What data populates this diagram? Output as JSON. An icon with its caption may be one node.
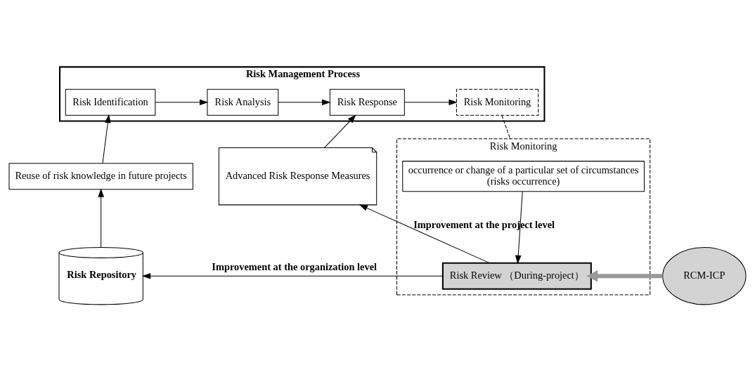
{
  "diagram": {
    "nodes": [
      {
        "text": [
          "Risk Management Process"
        ]
      },
      {
        "text": [
          "Risk Identification"
        ],
        "in": 0
      },
      {
        "text": [
          "Risk Analysis"
        ],
        "in": 0
      },
      {
        "text": [
          "Risk Response"
        ],
        "in": 0
      },
      {
        "text": [
          "Risk Monitoring"
        ],
        "in": 0
      },
      {
        "text": [
          "Risk Monitoring"
        ]
      },
      {
        "text": [
          "occurrence or change of a particular set of circumstances",
          "(risks occurrence)"
        ],
        "in": 5
      },
      {
        "text": [
          "Risk Review （During-project）"
        ],
        "in": 5
      },
      {
        "text": [
          "RCM-ICP"
        ]
      },
      {
        "text": [
          "Reuse of risk knowledge in future projects"
        ]
      },
      {
        "text": [
          "Advanced Risk Response Measures"
        ]
      },
      {
        "text": [
          "Risk Repository"
        ]
      }
    ],
    "edges": [
      {
        "from": 1,
        "to": 2,
        "arrow": "to"
      },
      {
        "from": 2,
        "to": 3,
        "arrow": "to"
      },
      {
        "from": 3,
        "to": 4,
        "arrow": "to"
      },
      {
        "from": 4,
        "to": 5,
        "arrow": "none",
        "style": "dashed"
      },
      {
        "from": 6,
        "to": 7,
        "arrow": "to"
      },
      {
        "from": 8,
        "to": 7,
        "arrow": "to",
        "style": "thick",
        "color": "#999999"
      },
      {
        "from": 9,
        "to": 1,
        "arrow": "to"
      },
      {
        "from": 10,
        "to": 3,
        "arrow": "to"
      },
      {
        "from": 11,
        "to": 9,
        "arrow": "to"
      },
      {
        "from": 7,
        "to": 10,
        "arrow": "to",
        "label": "Improvement at the project level"
      },
      {
        "from": 7,
        "to": 11,
        "arrow": "to",
        "label": "Improvement at the organization level"
      }
    ]
  }
}
